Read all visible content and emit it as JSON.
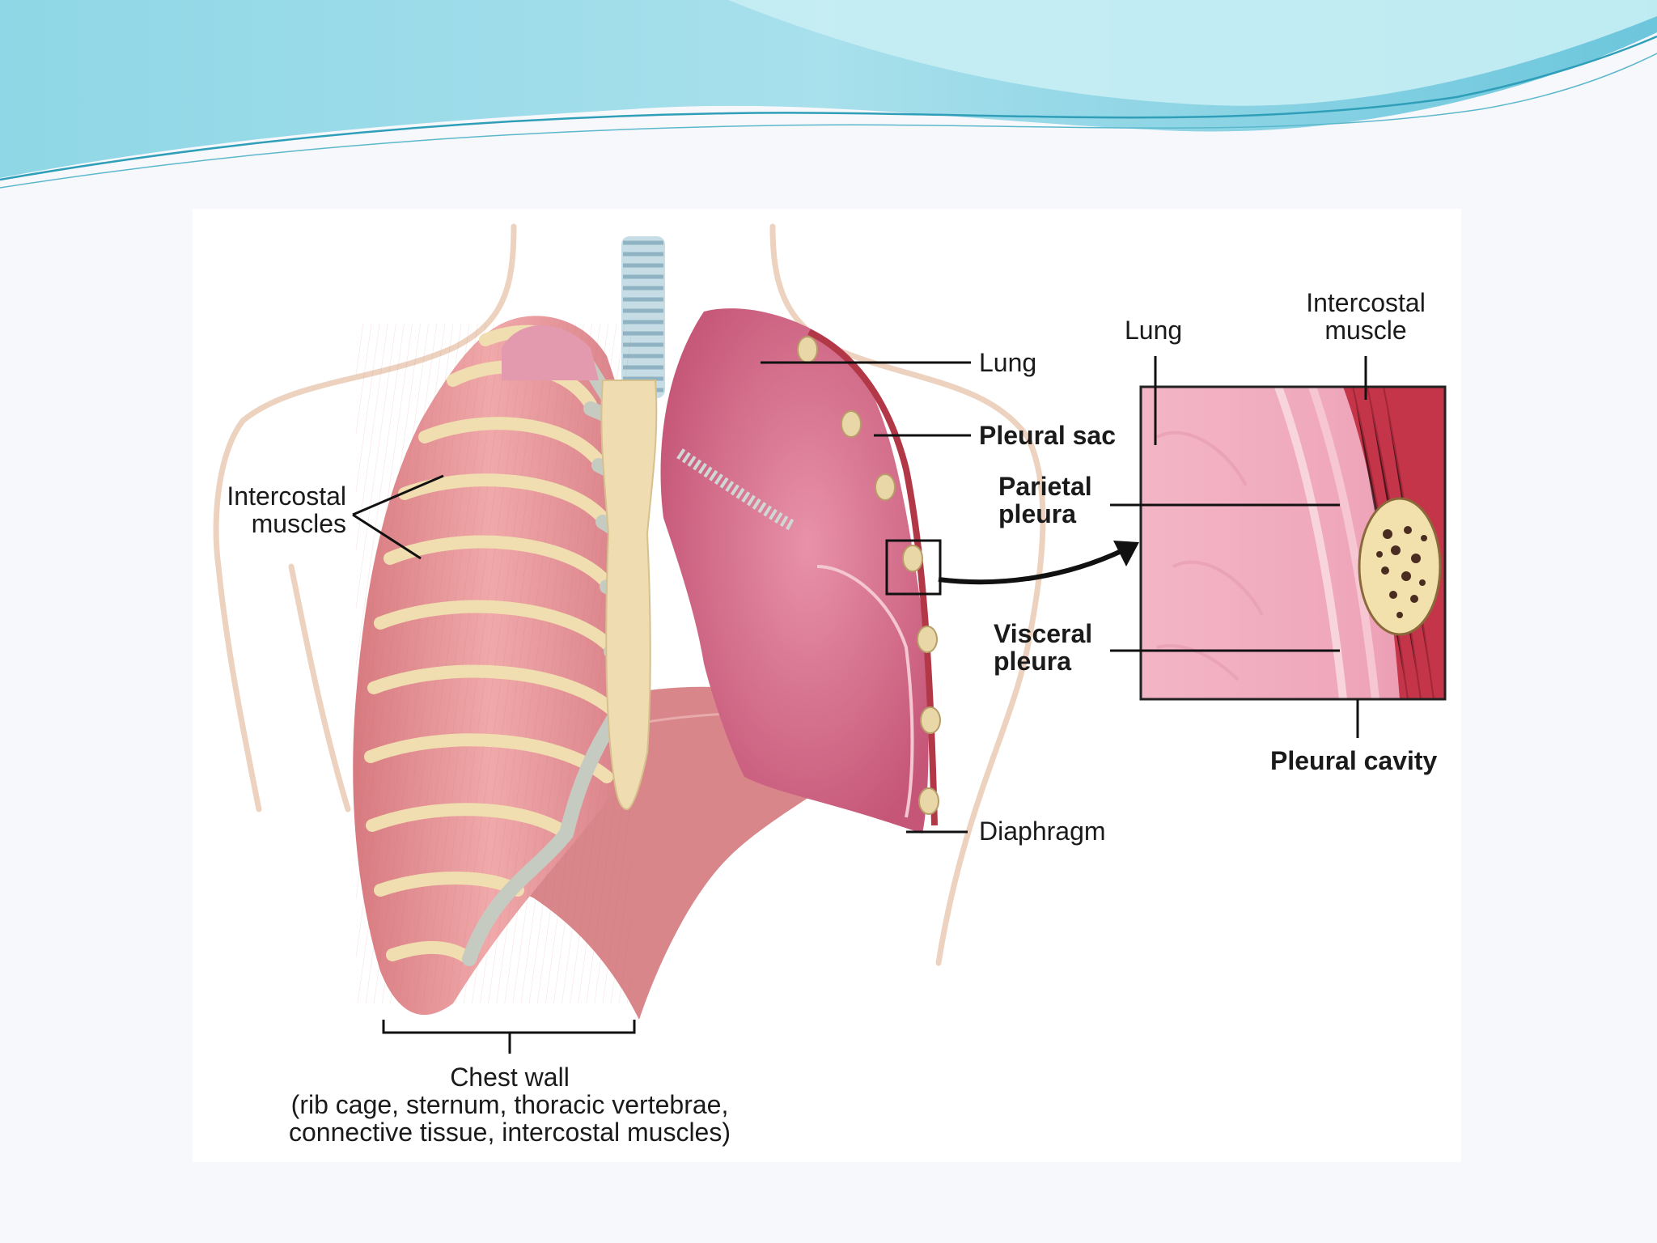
{
  "colors": {
    "slide_background": "#f7f8fb",
    "wave_teal": "#7ccfe0",
    "wave_light": "#bde8f0",
    "muscle": "#e8979b",
    "muscle_dark": "#c9646e",
    "lung": "#d9758e",
    "lung_dark": "#b84f6d",
    "bone": "#efdcb0",
    "cartilage": "#c5c9bf",
    "body_outline": "#e8c9b2"
  },
  "labels": {
    "lung_main": "Lung",
    "pleural_sac": "Pleural sac",
    "parietal_pleura": [
      "Parietal",
      "pleura"
    ],
    "visceral_pleura": [
      "Visceral",
      "pleura"
    ],
    "diaphragm": "Diaphragm",
    "intercostal_muscles": [
      "Intercostal",
      "muscles"
    ],
    "inset_lung": "Lung",
    "inset_intercostal_muscle": [
      "Intercostal",
      "muscle"
    ],
    "pleural_cavity": "Pleural cavity",
    "chest_wall_title": "Chest wall",
    "chest_wall_detail": [
      "(rib cage, sternum, thoracic vertebrae,",
      "connective tissue, intercostal muscles)"
    ]
  }
}
